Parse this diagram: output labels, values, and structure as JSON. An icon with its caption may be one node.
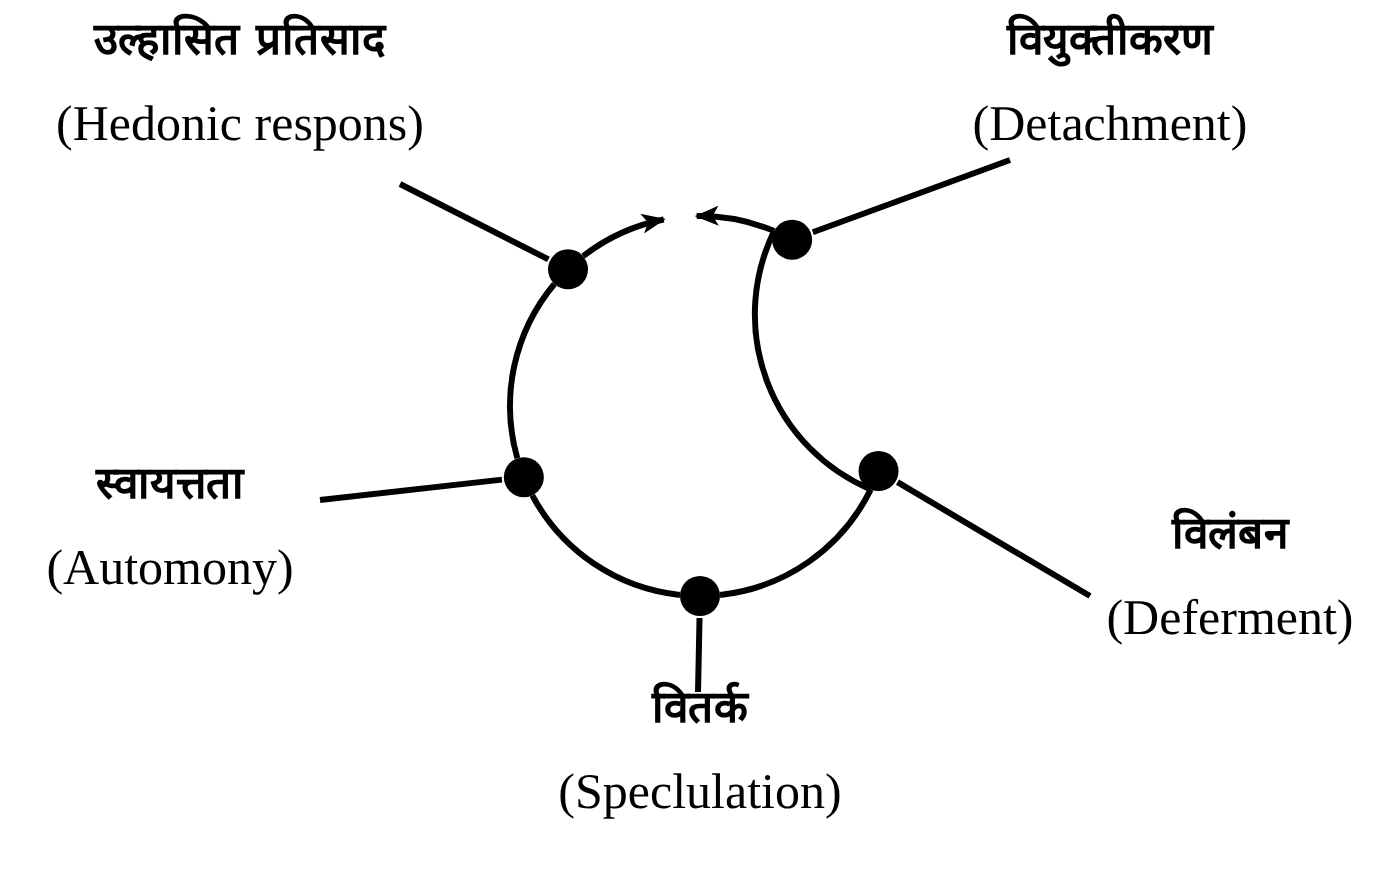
{
  "diagram": {
    "nodes": [
      {
        "text": [
          "उल्हासित प्रतिसाद",
          "(Hedonic respons)"
        ]
      },
      {
        "text": [
          "वियुक्तीकरण",
          "(Detachment)"
        ]
      },
      {
        "text": [
          "स्वायत्तता",
          "(Automony)"
        ]
      },
      {
        "text": [
          "विलंबन",
          "(Deferment)"
        ]
      },
      {
        "text": [
          "वितर्क",
          "(Speclulation)"
        ]
      },
      {
        "text": [],
        "shape": "circle"
      },
      {
        "text": [],
        "shape": "circle"
      },
      {
        "text": [],
        "shape": "circle"
      },
      {
        "text": [],
        "shape": "circle"
      },
      {
        "text": [],
        "shape": "circle"
      }
    ],
    "edges": [
      {
        "from": 0,
        "to": 6,
        "arrow": "none"
      },
      {
        "from": 1,
        "to": 8,
        "arrow": "none"
      },
      {
        "from": 2,
        "to": 5,
        "arrow": "none"
      },
      {
        "from": 3,
        "to": 9,
        "arrow": "none"
      },
      {
        "from": 4,
        "to": 7,
        "arrow": "none"
      },
      {
        "from": 6,
        "to": 5,
        "arrow": "none"
      },
      {
        "from": 5,
        "to": 7,
        "arrow": "none"
      },
      {
        "from": 7,
        "to": 9,
        "arrow": "none"
      },
      {
        "from": 9,
        "to": 8,
        "arrow": "none"
      },
      {
        "from": 6,
        "to": null,
        "arrow": "to"
      },
      {
        "from": 8,
        "to": null,
        "arrow": "to"
      }
    ]
  }
}
